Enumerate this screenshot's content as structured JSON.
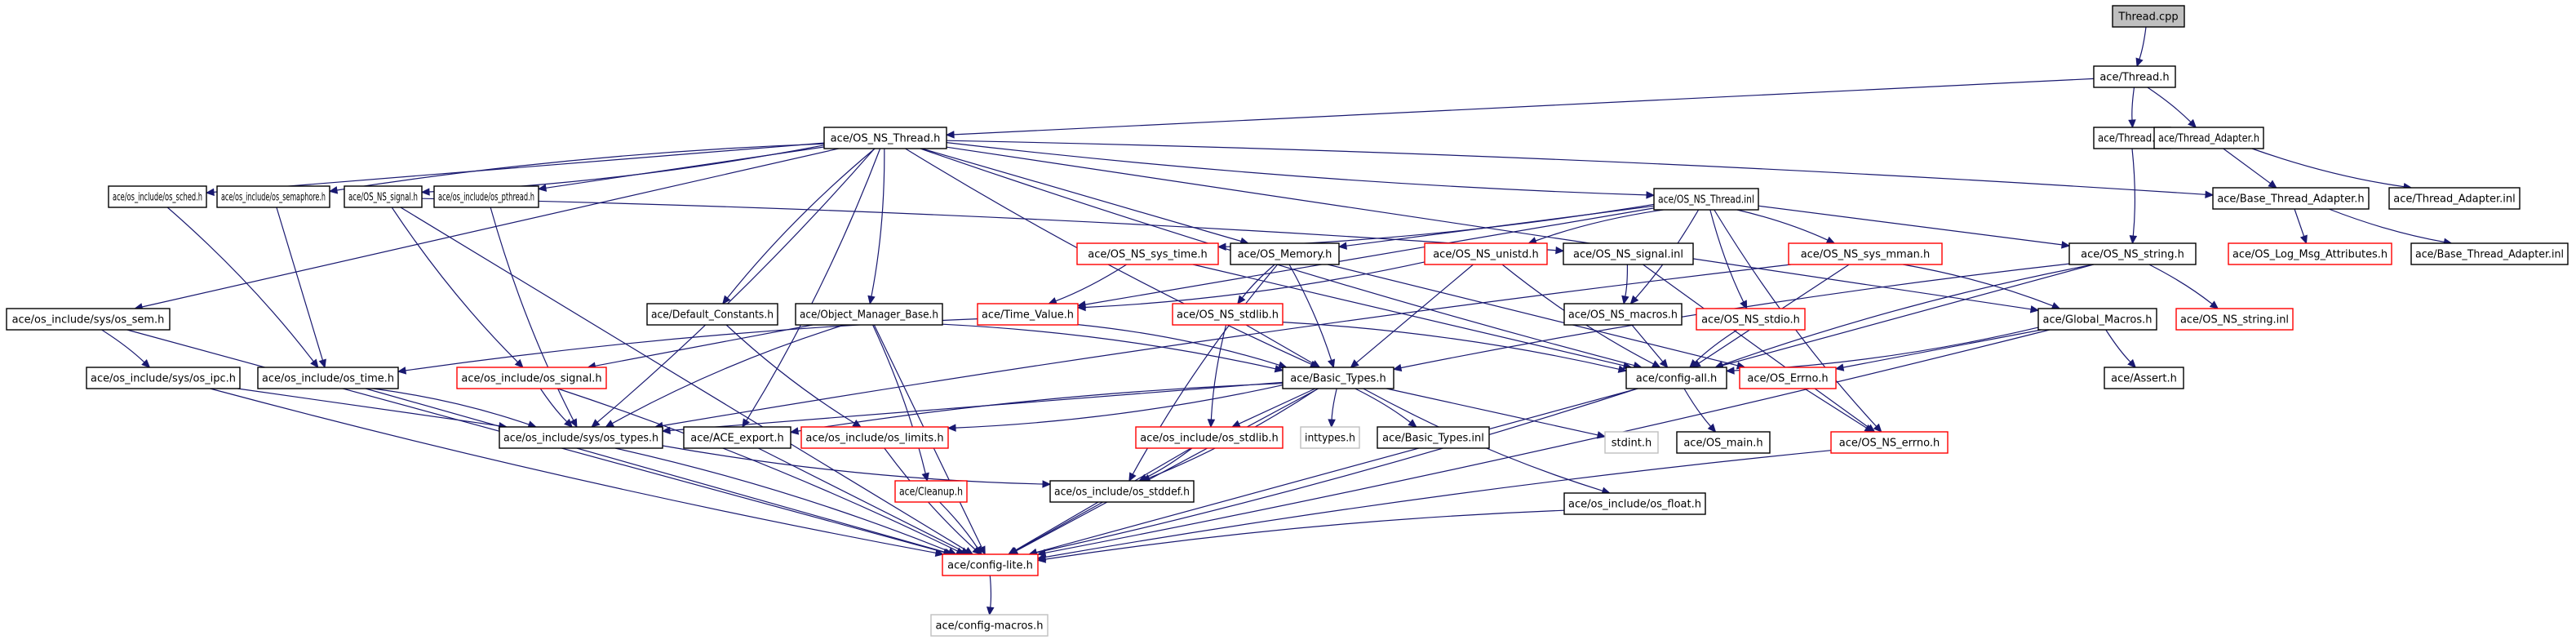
{
  "title": "Thread.cpp include dependency graph",
  "legend": {
    "root_fill": "#bfbfbf",
    "edge_color": "#191970",
    "normal_border": "#000000",
    "truncated_border": "#ff0000",
    "undocumented_border": "#bfbfbf"
  },
  "nodes": [
    {
      "id": "thread_cpp",
      "label": "Thread.cpp",
      "style": "root"
    },
    {
      "id": "thread_h",
      "label": "ace/Thread.h",
      "style": "normal"
    },
    {
      "id": "os_ns_thread_h",
      "label": "ace/OS_NS_Thread.h",
      "style": "normal"
    },
    {
      "id": "thread_inl",
      "label": "ace/Thread.inl",
      "style": "normal"
    },
    {
      "id": "thread_adapter_h",
      "label": "ace/Thread_Adapter.h",
      "style": "normal"
    },
    {
      "id": "os_sched_h",
      "label": "ace/os_include/os_sched.h",
      "style": "normal"
    },
    {
      "id": "os_semaphore_h",
      "label": "ace/os_include/os_semaphore.h",
      "style": "normal"
    },
    {
      "id": "os_ns_signal_h",
      "label": "ace/OS_NS_signal.h",
      "style": "normal"
    },
    {
      "id": "os_pthread_h",
      "label": "ace/os_include/os_pthread.h",
      "style": "normal"
    },
    {
      "id": "os_ns_thread_inl",
      "label": "ace/OS_NS_Thread.inl",
      "style": "normal"
    },
    {
      "id": "base_thread_adapter_h",
      "label": "ace/Base_Thread_Adapter.h",
      "style": "normal"
    },
    {
      "id": "thread_adapter_inl",
      "label": "ace/Thread_Adapter.inl",
      "style": "normal"
    },
    {
      "id": "os_ns_sys_time_h",
      "label": "ace/OS_NS_sys_time.h",
      "style": "red"
    },
    {
      "id": "os_memory_h",
      "label": "ace/OS_Memory.h",
      "style": "normal"
    },
    {
      "id": "os_ns_unistd_h",
      "label": "ace/OS_NS_unistd.h",
      "style": "red"
    },
    {
      "id": "os_ns_signal_inl",
      "label": "ace/OS_NS_signal.inl",
      "style": "normal"
    },
    {
      "id": "os_ns_sys_mman_h",
      "label": "ace/OS_NS_sys_mman.h",
      "style": "red"
    },
    {
      "id": "os_ns_string_h",
      "label": "ace/OS_NS_string.h",
      "style": "normal"
    },
    {
      "id": "os_log_msg_attributes_h",
      "label": "ace/OS_Log_Msg_Attributes.h",
      "style": "red"
    },
    {
      "id": "base_thread_adapter_inl",
      "label": "ace/Base_Thread_Adapter.inl",
      "style": "normal"
    },
    {
      "id": "os_sem_h",
      "label": "ace/os_include/sys/os_sem.h",
      "style": "normal"
    },
    {
      "id": "default_constants_h",
      "label": "ace/Default_Constants.h",
      "style": "normal"
    },
    {
      "id": "object_manager_base_h",
      "label": "ace/Object_Manager_Base.h",
      "style": "normal"
    },
    {
      "id": "time_value_h",
      "label": "ace/Time_Value.h",
      "style": "red"
    },
    {
      "id": "os_ns_stdlib_h",
      "label": "ace/OS_NS_stdlib.h",
      "style": "red"
    },
    {
      "id": "os_ns_macros_h",
      "label": "ace/OS_NS_macros.h",
      "style": "normal"
    },
    {
      "id": "os_ns_stdio_h",
      "label": "ace/OS_NS_stdio.h",
      "style": "red"
    },
    {
      "id": "global_macros_h",
      "label": "ace/Global_Macros.h",
      "style": "normal"
    },
    {
      "id": "os_ns_string_inl",
      "label": "ace/OS_NS_string.inl",
      "style": "red"
    },
    {
      "id": "os_ipc_h",
      "label": "ace/os_include/sys/os_ipc.h",
      "style": "normal"
    },
    {
      "id": "os_time_h",
      "label": "ace/os_include/os_time.h",
      "style": "normal"
    },
    {
      "id": "os_signal_h",
      "label": "ace/os_include/os_signal.h",
      "style": "red"
    },
    {
      "id": "basic_types_h",
      "label": "ace/Basic_Types.h",
      "style": "normal"
    },
    {
      "id": "config_all_h",
      "label": "ace/config-all.h",
      "style": "normal"
    },
    {
      "id": "os_errno_h",
      "label": "ace/OS_Errno.h",
      "style": "red"
    },
    {
      "id": "assert_h",
      "label": "ace/Assert.h",
      "style": "normal"
    },
    {
      "id": "os_types_h",
      "label": "ace/os_include/sys/os_types.h",
      "style": "normal"
    },
    {
      "id": "ace_export_h",
      "label": "ace/ACE_export.h",
      "style": "normal"
    },
    {
      "id": "os_limits_h",
      "label": "ace/os_include/os_limits.h",
      "style": "red"
    },
    {
      "id": "os_stdlib_h",
      "label": "ace/os_include/os_stdlib.h",
      "style": "red"
    },
    {
      "id": "inttypes_h",
      "label": "inttypes.h",
      "style": "gray"
    },
    {
      "id": "basic_types_inl",
      "label": "ace/Basic_Types.inl",
      "style": "normal"
    },
    {
      "id": "stdint_h",
      "label": "stdint.h",
      "style": "gray"
    },
    {
      "id": "os_main_h",
      "label": "ace/OS_main.h",
      "style": "normal"
    },
    {
      "id": "os_ns_errno_h",
      "label": "ace/OS_NS_errno.h",
      "style": "red"
    },
    {
      "id": "cleanup_h",
      "label": "ace/Cleanup.h",
      "style": "red"
    },
    {
      "id": "os_stddef_h",
      "label": "ace/os_include/os_stddef.h",
      "style": "normal"
    },
    {
      "id": "os_float_h",
      "label": "ace/os_include/os_float.h",
      "style": "normal"
    },
    {
      "id": "config_lite_h",
      "label": "ace/config-lite.h",
      "style": "red"
    },
    {
      "id": "config_macros_h",
      "label": "ace/config-macros.h",
      "style": "gray"
    }
  ],
  "edges": [
    [
      "thread_cpp",
      "thread_h"
    ],
    [
      "thread_h",
      "os_ns_thread_h"
    ],
    [
      "thread_h",
      "thread_inl"
    ],
    [
      "thread_h",
      "thread_adapter_h"
    ],
    [
      "os_ns_thread_h",
      "os_sched_h"
    ],
    [
      "os_ns_thread_h",
      "os_semaphore_h"
    ],
    [
      "os_ns_thread_h",
      "os_ns_signal_h"
    ],
    [
      "os_ns_thread_h",
      "os_pthread_h"
    ],
    [
      "os_ns_thread_h",
      "os_ns_thread_inl"
    ],
    [
      "os_ns_thread_h",
      "base_thread_adapter_h"
    ],
    [
      "os_ns_thread_h",
      "os_sem_h"
    ],
    [
      "os_ns_thread_h",
      "default_constants_h"
    ],
    [
      "os_ns_thread_h",
      "object_manager_base_h"
    ],
    [
      "os_ns_thread_h",
      "os_memory_h"
    ],
    [
      "os_ns_thread_h",
      "basic_types_h"
    ],
    [
      "os_ns_thread_h",
      "ace_export_h"
    ],
    [
      "os_ns_thread_h",
      "global_macros_h"
    ],
    [
      "os_ns_thread_h",
      "config_all_h"
    ],
    [
      "os_ns_thread_h",
      "os_types_h"
    ],
    [
      "thread_adapter_h",
      "base_thread_adapter_h"
    ],
    [
      "thread_adapter_h",
      "thread_adapter_inl"
    ],
    [
      "thread_inl",
      "os_ns_string_h"
    ],
    [
      "base_thread_adapter_h",
      "os_log_msg_attributes_h"
    ],
    [
      "base_thread_adapter_h",
      "base_thread_adapter_inl"
    ],
    [
      "os_sched_h",
      "os_time_h"
    ],
    [
      "os_semaphore_h",
      "os_time_h"
    ],
    [
      "os_ns_signal_h",
      "os_signal_h"
    ],
    [
      "os_ns_signal_h",
      "os_ns_signal_inl"
    ],
    [
      "os_ns_signal_h",
      "config_lite_h"
    ],
    [
      "os_pthread_h",
      "os_types_h"
    ],
    [
      "os_ns_thread_inl",
      "os_ns_sys_time_h"
    ],
    [
      "os_ns_thread_inl",
      "os_memory_h"
    ],
    [
      "os_ns_thread_inl",
      "os_ns_unistd_h"
    ],
    [
      "os_ns_thread_inl",
      "os_ns_sys_mman_h"
    ],
    [
      "os_ns_thread_inl",
      "os_ns_string_h"
    ],
    [
      "os_ns_thread_inl",
      "os_ns_stdio_h"
    ],
    [
      "os_ns_thread_inl",
      "os_ns_macros_h"
    ],
    [
      "os_ns_thread_inl",
      "time_value_h"
    ],
    [
      "os_ns_thread_inl",
      "os_ns_errno_h"
    ],
    [
      "os_ns_sys_time_h",
      "time_value_h"
    ],
    [
      "os_ns_sys_time_h",
      "config_all_h"
    ],
    [
      "os_memory_h",
      "os_ns_stdlib_h"
    ],
    [
      "os_memory_h",
      "basic_types_h"
    ],
    [
      "os_memory_h",
      "os_errno_h"
    ],
    [
      "os_memory_h",
      "os_stddef_h"
    ],
    [
      "os_ns_unistd_h",
      "time_value_h"
    ],
    [
      "os_ns_unistd_h",
      "basic_types_h"
    ],
    [
      "os_ns_unistd_h",
      "config_all_h"
    ],
    [
      "os_ns_signal_inl",
      "os_ns_macros_h"
    ],
    [
      "os_ns_signal_inl",
      "os_ns_errno_h"
    ],
    [
      "os_ns_sys_mman_h",
      "os_types_h"
    ],
    [
      "os_ns_sys_mman_h",
      "global_macros_h"
    ],
    [
      "os_ns_sys_mman_h",
      "config_all_h"
    ],
    [
      "os_ns_string_h",
      "basic_types_h"
    ],
    [
      "os_ns_string_h",
      "os_ns_string_inl"
    ],
    [
      "os_ns_string_h",
      "config_lite_h"
    ],
    [
      "os_ns_string_h",
      "config_all_h"
    ],
    [
      "os_sem_h",
      "os_ipc_h"
    ],
    [
      "os_sem_h",
      "config_lite_h"
    ],
    [
      "default_constants_h",
      "os_limits_h"
    ],
    [
      "object_manager_base_h",
      "basic_types_h"
    ],
    [
      "object_manager_base_h",
      "os_signal_h"
    ],
    [
      "object_manager_base_h",
      "os_types_h"
    ],
    [
      "object_manager_base_h",
      "cleanup_h"
    ],
    [
      "object_manager_base_h",
      "config_lite_h"
    ],
    [
      "time_value_h",
      "os_time_h"
    ],
    [
      "time_value_h",
      "basic_types_h"
    ],
    [
      "os_ns_stdlib_h",
      "basic_types_h"
    ],
    [
      "os_ns_stdlib_h",
      "os_stdlib_h"
    ],
    [
      "os_ns_stdlib_h",
      "config_all_h"
    ],
    [
      "os_ns_macros_h",
      "config_all_h"
    ],
    [
      "os_ns_stdio_h",
      "config_all_h"
    ],
    [
      "global_macros_h",
      "config_all_h"
    ],
    [
      "global_macros_h",
      "os_errno_h"
    ],
    [
      "global_macros_h",
      "assert_h"
    ],
    [
      "global_macros_h",
      "config_lite_h"
    ],
    [
      "os_ipc_h",
      "os_types_h"
    ],
    [
      "os_ipc_h",
      "config_lite_h"
    ],
    [
      "os_time_h",
      "os_types_h"
    ],
    [
      "os_time_h",
      "config_lite_h"
    ],
    [
      "os_signal_h",
      "os_types_h"
    ],
    [
      "os_signal_h",
      "config_lite_h"
    ],
    [
      "basic_types_h",
      "os_types_h"
    ],
    [
      "basic_types_h",
      "ace_export_h"
    ],
    [
      "basic_types_h",
      "os_limits_h"
    ],
    [
      "basic_types_h",
      "os_stdlib_h"
    ],
    [
      "basic_types_h",
      "inttypes_h"
    ],
    [
      "basic_types_h",
      "basic_types_inl"
    ],
    [
      "basic_types_h",
      "stdint_h"
    ],
    [
      "basic_types_h",
      "os_float_h"
    ],
    [
      "basic_types_h",
      "os_stddef_h"
    ],
    [
      "basic_types_h",
      "config_lite_h"
    ],
    [
      "config_all_h",
      "os_main_h"
    ],
    [
      "config_all_h",
      "config_lite_h"
    ],
    [
      "os_errno_h",
      "os_ns_errno_h"
    ],
    [
      "os_types_h",
      "os_stddef_h"
    ],
    [
      "os_types_h",
      "config_lite_h"
    ],
    [
      "ace_export_h",
      "config_lite_h"
    ],
    [
      "os_limits_h",
      "config_lite_h"
    ],
    [
      "os_stdlib_h",
      "os_stddef_h"
    ],
    [
      "os_stdlib_h",
      "config_lite_h"
    ],
    [
      "os_ns_errno_h",
      "config_lite_h"
    ],
    [
      "cleanup_h",
      "config_lite_h"
    ],
    [
      "os_stddef_h",
      "config_lite_h"
    ],
    [
      "os_float_h",
      "config_lite_h"
    ],
    [
      "config_lite_h",
      "config_macros_h"
    ]
  ]
}
